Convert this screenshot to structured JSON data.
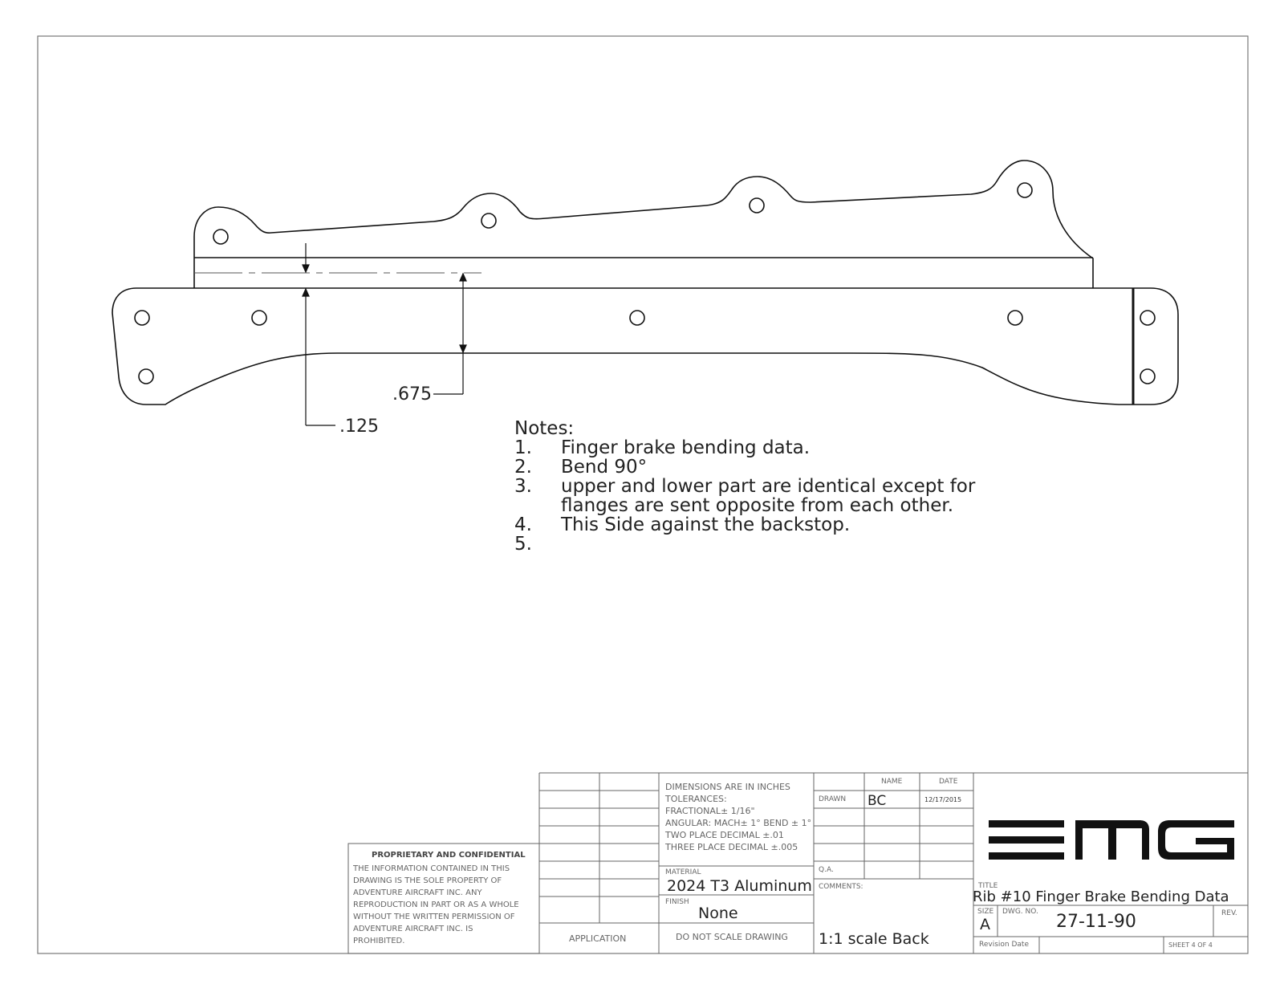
{
  "dimensions": {
    "d1": ".675",
    "d2": ".125"
  },
  "notes": {
    "heading": "Notes:",
    "items": [
      {
        "num": "1.",
        "text": "Finger brake bending data."
      },
      {
        "num": "2.",
        "text": "Bend 90°"
      },
      {
        "num": "3.",
        "text": "upper and lower part are identical except for",
        "cont": "flanges are sent  opposite from each other."
      },
      {
        "num": "4.",
        "text": "This Side against the backstop."
      },
      {
        "num": "5.",
        "text": ""
      }
    ]
  },
  "title_block": {
    "proprietary_title": "PROPRIETARY AND CONFIDENTIAL",
    "proprietary_lines": [
      "THE INFORMATION CONTAINED IN THIS",
      "DRAWING IS THE SOLE PROPERTY OF",
      "ADVENTURE AIRCRAFT INC.  ANY",
      "REPRODUCTION IN PART OR AS A WHOLE",
      "WITHOUT THE WRITTEN PERMISSION OF",
      "ADVENTURE AIRCRAFT INC. IS",
      "PROHIBITED."
    ],
    "application_label": "APPLICATION",
    "tolerance_lines": [
      "DIMENSIONS ARE IN INCHES",
      "TOLERANCES:",
      "FRACTIONAL± 1/16\"",
      "ANGULAR: MACH± 1° BEND ± 1°",
      "TWO PLACE DECIMAL    ±.01",
      "THREE PLACE DECIMAL  ±.005"
    ],
    "material_label": "MATERIAL",
    "material_value": "2024 T3 Aluminum",
    "finish_label": "FINISH",
    "finish_value": "None",
    "do_not_scale": "DO  NOT  SCALE  DRAWING",
    "name_header": "NAME",
    "date_header": "DATE",
    "drawn_label": "DRAWN",
    "drawn_name": "BC",
    "drawn_date": "12/17/2015",
    "qa_label": "Q.A.",
    "comments_label": "COMMENTS:",
    "comments_value": "1:1 scale Back",
    "logo_text": "EMG",
    "title_label": "TITLE",
    "title_value": "Rib #10 Finger Brake Bending Data",
    "size_label": "SIZE",
    "size_value": "A",
    "dwg_no_label": "DWG.  NO.",
    "dwg_no_value": "27-11-90",
    "rev_label": "REV.",
    "revision_date_label": "Revision Date",
    "sheet_label": "SHEET 4 OF 4"
  }
}
